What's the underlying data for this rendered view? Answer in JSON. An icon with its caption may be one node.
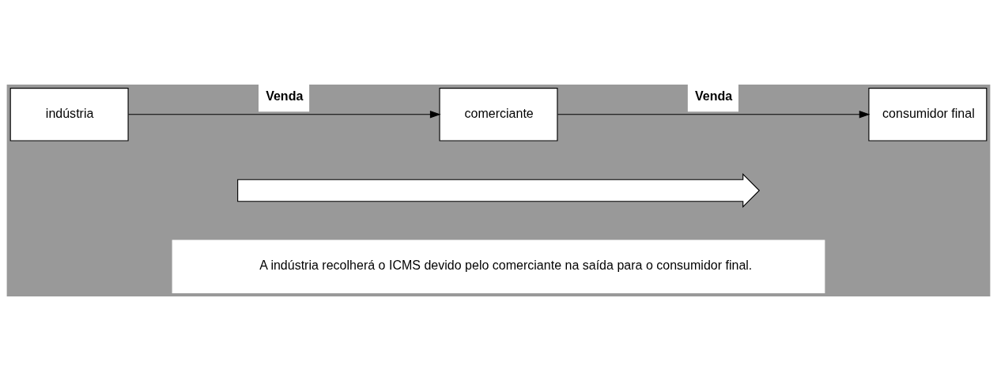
{
  "diagram": {
    "nodes": [
      {
        "text": [
          "indústria"
        ]
      },
      {
        "text": [
          "comerciante"
        ]
      },
      {
        "text": [
          "consumidor final"
        ]
      },
      {
        "text": [],
        "shape": "arrow"
      },
      {
        "text": [
          "A indústria recolherá o ICMS devido pelo comerciante na saída para o consumidor final."
        ]
      }
    ],
    "edges": [
      {
        "from": 0,
        "to": 1,
        "arrow": "to",
        "label": "Venda"
      },
      {
        "from": 1,
        "to": 2,
        "arrow": "to",
        "label": "Venda"
      }
    ]
  }
}
